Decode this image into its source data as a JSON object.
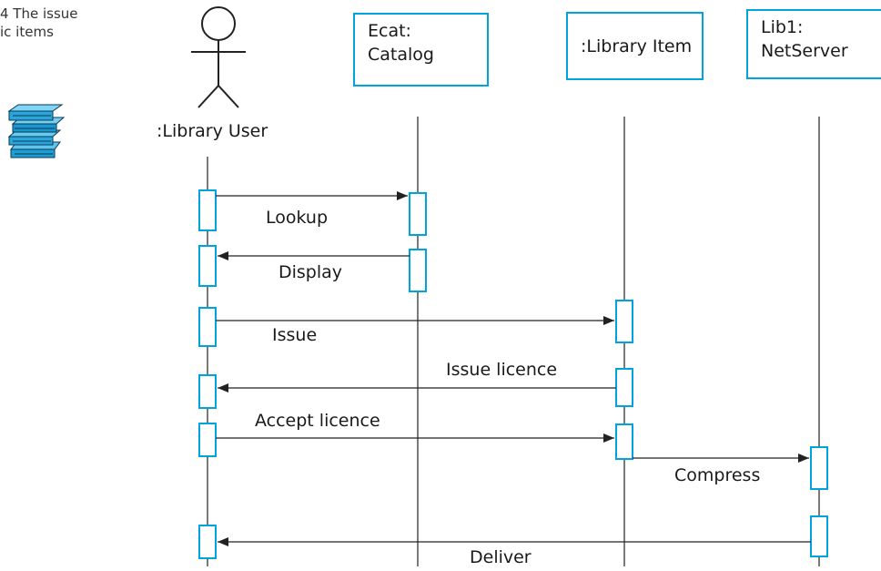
{
  "caption": {
    "text": "4 The issue\nic items"
  },
  "actor": {
    "label": ":Library User"
  },
  "objects": {
    "catalog": ":Catalog",
    "catalog_label": "Ecat:\nCatalog",
    "library_item_label": ":Library Item",
    "netserver_label": "Lib1:\nNetServer"
  },
  "messages": {
    "lookup": "Lookup",
    "display": "Display",
    "issue": "Issue",
    "issue_licence": "Issue licence",
    "accept_licence": "Accept licence",
    "compress": "Compress",
    "deliver": "Deliver"
  },
  "colors": {
    "accent": "#00a3de",
    "line": "#222222",
    "books": "#1f9ed6"
  }
}
